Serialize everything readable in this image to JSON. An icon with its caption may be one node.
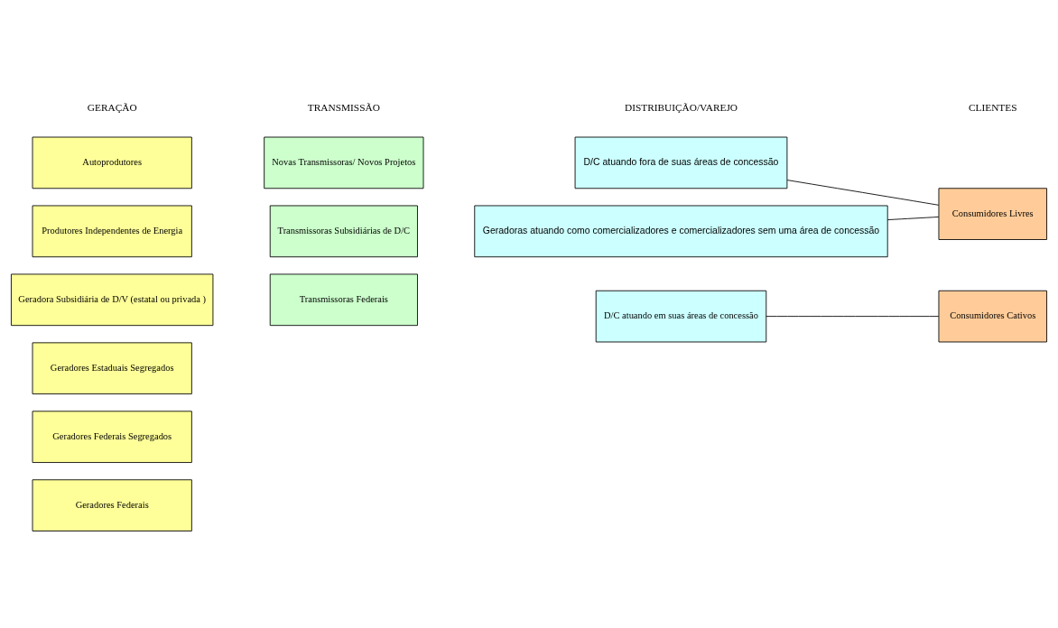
{
  "diagram": {
    "nodes": [
      {
        "text": [
          "Geradores Federais"
        ]
      },
      {
        "text": [
          "Geradores Federais Segregados"
        ]
      },
      {
        "text": [
          "Geradores Estaduais Segregados"
        ]
      },
      {
        "text": [
          "Geradora Subsidiária de D/V (estatal ou privada )"
        ]
      },
      {
        "text": [
          "Produtores Independentes de Energia"
        ]
      },
      {
        "text": [
          "Autoprodutores"
        ]
      },
      {
        "text": [
          "Transmissoras Federais"
        ]
      },
      {
        "text": [
          "Transmissoras Subsidiárias de D/C"
        ]
      },
      {
        "text": [
          "Novas Transmissoras/ Novos Projetos"
        ]
      },
      {
        "text": [
          "D/C atuando em suas áreas de concessão"
        ]
      },
      {
        "text": [
          "D/C atuando fora de suas áreas de concessão"
        ]
      },
      {
        "text": [
          "Geradoras atuando como comercializadores e comercializadores sem uma área de concessão"
        ]
      },
      {
        "text": [
          "Consumidores Cativos"
        ]
      },
      {
        "text": [
          "Consumidores Livres"
        ]
      }
    ],
    "edges": [
      {
        "from": 9,
        "to": 12,
        "arrow": "none"
      },
      {
        "from": 10,
        "to": 13,
        "arrow": "none"
      },
      {
        "from": 11,
        "to": 13,
        "arrow": "none"
      }
    ],
    "labels": [
      "GERAÇÃO",
      "TRANSMISSÃO",
      "DISTRIBUIÇÃO/VAREJO",
      "CLIENTES"
    ]
  }
}
